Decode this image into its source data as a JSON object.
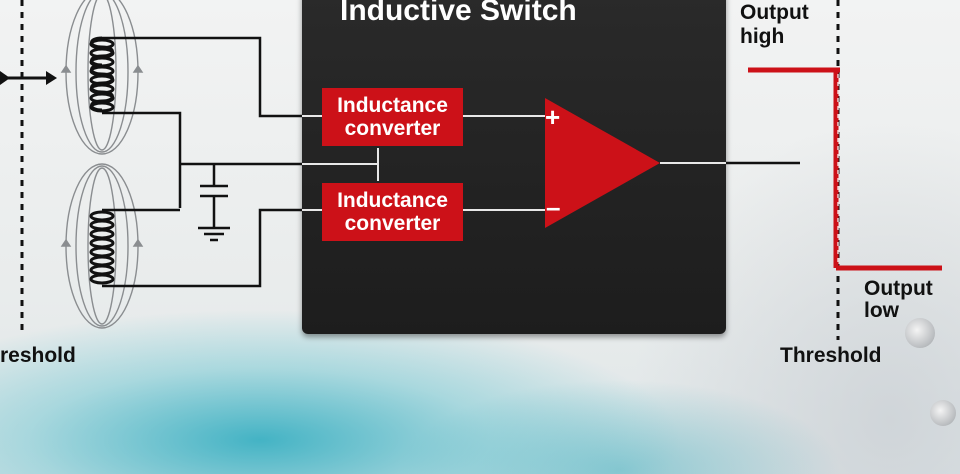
{
  "title": "Inductive Switch",
  "converter_top": {
    "line1": "Inductance",
    "line2": "converter"
  },
  "converter_bottom": {
    "line1": "Inductance",
    "line2": "converter"
  },
  "comparator": {
    "plus": "+",
    "minus": "–"
  },
  "labels": {
    "output_high_1": "Output",
    "output_high_2": "high",
    "output_low_1": "Output",
    "output_low_2": "low",
    "threshold_left": "reshold",
    "threshold_right": "Threshold"
  },
  "colors": {
    "accent": "#cc1118",
    "chip": "#1d1d1d",
    "wire": "#111111"
  },
  "icons": [
    "double-arrow-icon",
    "coil-icon",
    "capacitor-icon",
    "ground-icon",
    "comparator-icon"
  ]
}
